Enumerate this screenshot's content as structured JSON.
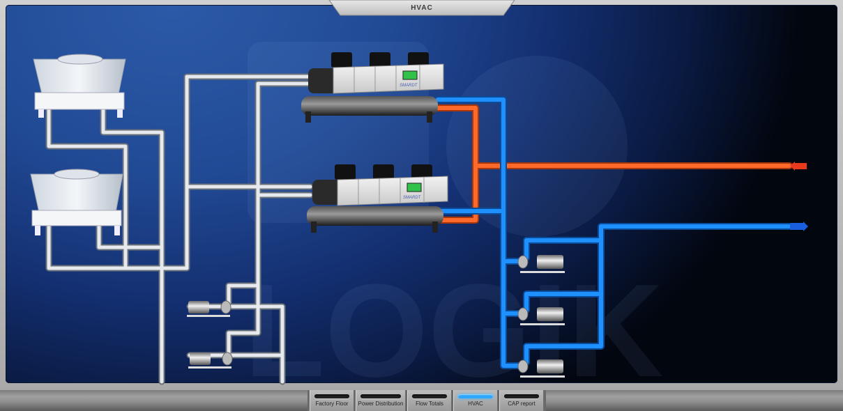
{
  "window": {
    "title": "HVAC"
  },
  "watermark": {
    "text": "LOGIK"
  },
  "equipment": {
    "chillers": [
      {
        "name": "chiller-1",
        "brand": "SMARDT"
      },
      {
        "name": "chiller-2",
        "brand": "SMARDT"
      }
    ],
    "cooling_towers": [
      "cooling-tower-1",
      "cooling-tower-2"
    ],
    "condenser_pumps": [
      "condenser-pump-1",
      "condenser-pump-2"
    ],
    "chilled_water_pumps": [
      "chw-pump-1",
      "chw-pump-2",
      "chw-pump-3"
    ]
  },
  "colors": {
    "supply_pipe": "#ff6a2a",
    "return_pipe": "#1e90ff",
    "condenser_pipe": "#d8dde3",
    "active_tab": "#2ea7ff"
  },
  "nav": {
    "tabs": [
      {
        "label": "Factory Floor",
        "active": false
      },
      {
        "label": "Power Distribution",
        "active": false
      },
      {
        "label": "Flow Totals",
        "active": false
      },
      {
        "label": "HVAC",
        "active": true
      },
      {
        "label": "CAP report",
        "active": false
      }
    ]
  }
}
